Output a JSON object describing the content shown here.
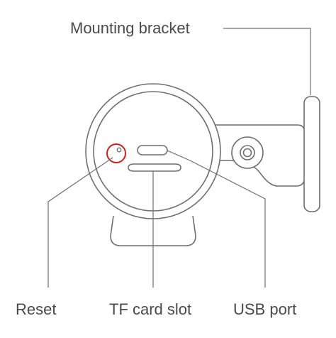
{
  "labels": {
    "mounting_bracket": "Mounting bracket",
    "reset": "Reset",
    "tf_card_slot": "TF card slot",
    "usb_port": "USB port"
  },
  "colors": {
    "line": "#6f6f6f",
    "text": "#4a4a4a",
    "highlight": "#d21f1f",
    "background": "#ffffff"
  }
}
